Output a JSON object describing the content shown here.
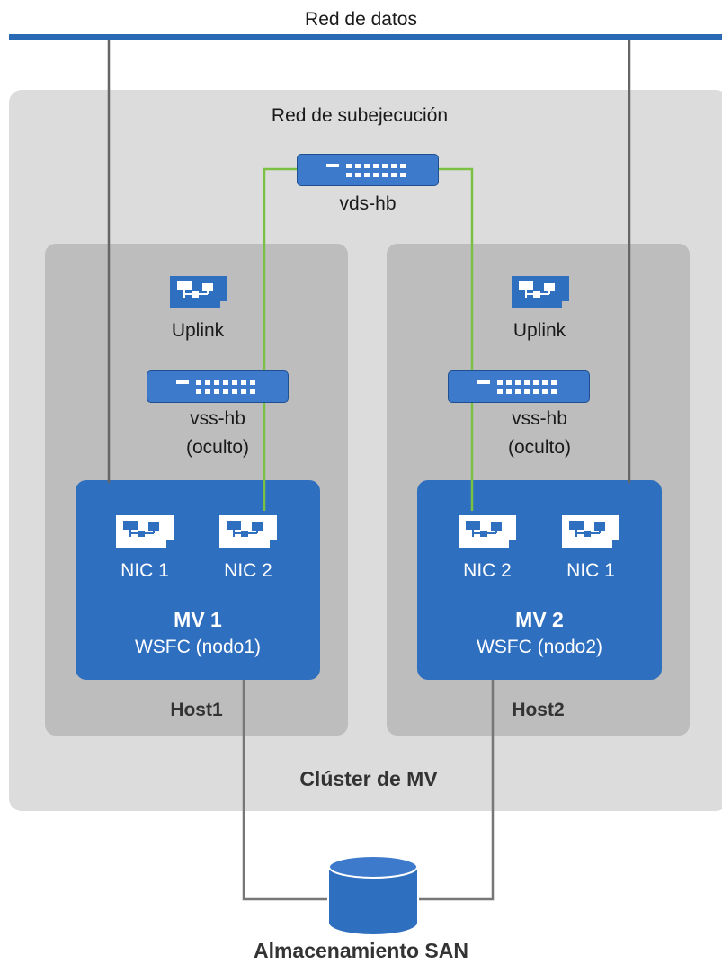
{
  "labels": {
    "data_network": "Red de datos",
    "heartbeat_network": "Red de subejecución",
    "vds": "vds-hb",
    "uplink1": "Uplink",
    "uplink2": "Uplink",
    "vss1_line1": "vss-hb",
    "vss1_line2": "(oculto)",
    "vss2_line1": "vss-hb",
    "vss2_line2": "(oculto)",
    "vm1_nic1": "NIC 1",
    "vm1_nic2": "NIC 2",
    "vm2_nic2": "NIC 2",
    "vm2_nic1": "NIC 1",
    "vm1_name": "MV 1",
    "vm1_role": "WSFC (nodo1)",
    "vm2_name": "MV 2",
    "vm2_role": "WSFC (nodo2)",
    "host1": "Host1",
    "host2": "Host2",
    "cluster": "Clúster de MV",
    "storage": "Almacenamiento SAN"
  },
  "icons": {
    "switch": "network-switch-icon",
    "nic": "network-card-icon",
    "storage": "database-cylinder-icon"
  },
  "colors": {
    "network_bar": "#2a6ab5",
    "cluster_bg": "#dcdcdc",
    "host_bg": "#bdbdbd",
    "vm_bg": "#2f6fbf",
    "heartbeat_link": "#7ac143",
    "data_link": "#666666"
  }
}
